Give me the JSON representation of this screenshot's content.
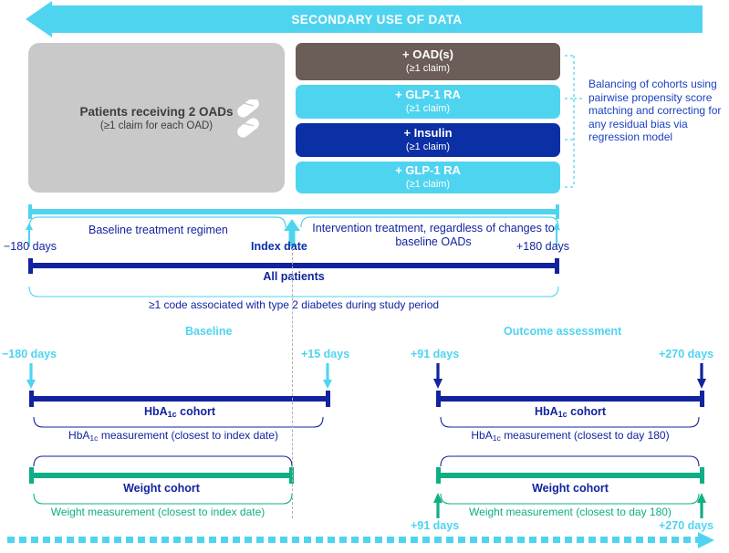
{
  "banner": {
    "label": "SECONDARY USE OF DATA",
    "direction": "left",
    "color": "#4FD4F0"
  },
  "patients_box": {
    "title": "Patients receiving 2 OADs",
    "subtitle": "(≥1 claim for each OAD)",
    "icon": "pill-icon",
    "color": "#c9c9c9"
  },
  "treatment_arms": [
    {
      "name": "+ OAD(s)",
      "claim": "(≥1 claim)",
      "color": "#6b5d57"
    },
    {
      "name": "+ GLP-1 RA",
      "claim": "(≥1 claim)",
      "color": "#4FD4F0"
    },
    {
      "name": "+ Insulin",
      "claim": "(≥1 claim)",
      "color": "#0B2FA5"
    },
    {
      "name": "+ GLP-1 RA",
      "claim": "(≥1 claim)",
      "color": "#4FD4F0"
    }
  ],
  "balancing": {
    "note": "Balancing of cohorts using pairwise propensity score matching and correcting for any residual bias via regression model",
    "color": "#1c3fbf"
  },
  "study_period": {
    "start_label": "−180 days",
    "end_label": "+180 days",
    "index_label": "Index date",
    "baseline_regimen": "Baseline treatment regimen",
    "intervention": "Intervention treatment, regardless of changes to baseline OADs",
    "all_patients": "All patients",
    "code_note": "≥1 code associated with type 2 diabetes during study period",
    "track_color": "#4FD4F0",
    "patients_color": "#12239e"
  },
  "sections": {
    "baseline_heading": "Baseline",
    "outcome_heading": "Outcome assessment"
  },
  "day_markers": {
    "baseline_start": "−180 days",
    "baseline_end": "+15 days",
    "outcome_start": "+91 days",
    "outcome_end": "+270 days"
  },
  "cohorts": {
    "hba1c": {
      "title_prefix": "HbA",
      "title_sub": "1c",
      "title_suffix": " cohort",
      "baseline_note": "measurement (closest to index date)",
      "outcome_note": "measurement (closest to day 180)",
      "color": "#12239e"
    },
    "weight": {
      "title": "Weight cohort",
      "baseline_note": "Weight measurement (closest to index date)",
      "outcome_note": "Weight measurement (closest to day 180)",
      "color": "#0fae85"
    }
  },
  "bottom_arrow": {
    "direction": "right",
    "color": "#4FD4F0"
  }
}
